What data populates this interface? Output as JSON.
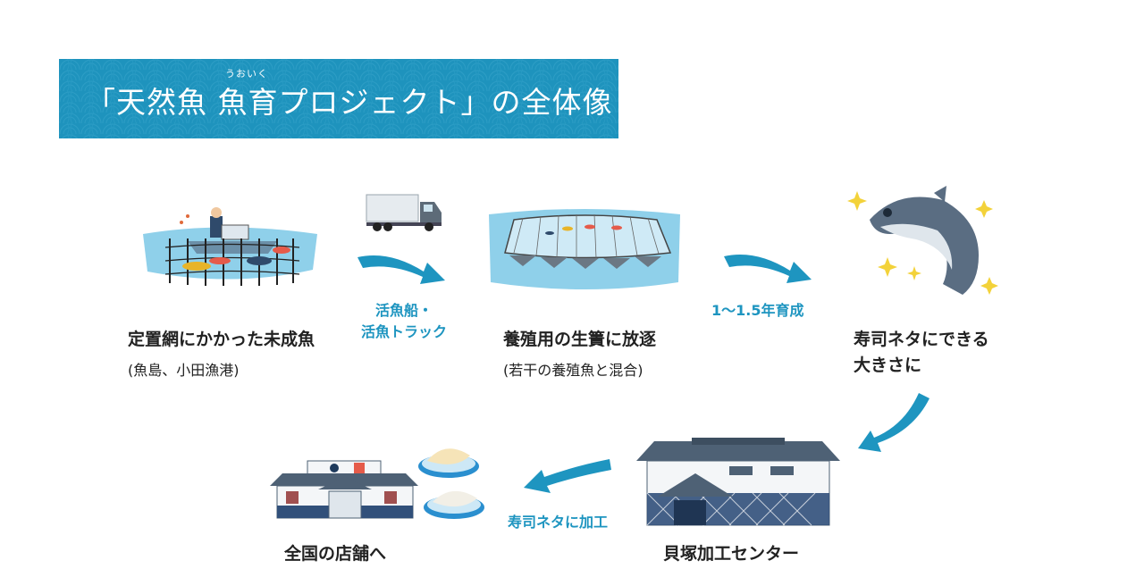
{
  "header": {
    "title": "「天然魚 魚育プロジェクト」の全体像",
    "ruby": "うおいく",
    "bg_color": "#1e93bd"
  },
  "steps": [
    {
      "label": "定置網にかかった未成魚",
      "sub": "(魚島、小田漁港)",
      "icon": "fishing-boat-net-illustration"
    },
    {
      "label": "養殖用の生簀に放逐",
      "sub": "(若干の養殖魚と混合)",
      "icon": "fish-pen-illustration"
    },
    {
      "label_line1": "寿司ネタにできる",
      "label_line2": "大きさに",
      "icon": "grown-fish-illustration"
    },
    {
      "label": "貝塚加工センター",
      "icon": "processing-center-illustration"
    },
    {
      "label": "全国の店舗へ",
      "icon": "restaurant-sushi-illustration"
    }
  ],
  "transitions": [
    {
      "line1": "活魚船・",
      "line2": "活魚トラック"
    },
    {
      "text": "1〜1.5年育成"
    },
    {
      "text": "寿司ネタに加工"
    }
  ],
  "colors": {
    "accent": "#1e95c0",
    "text": "#222222",
    "water": "#8fd0ea"
  }
}
